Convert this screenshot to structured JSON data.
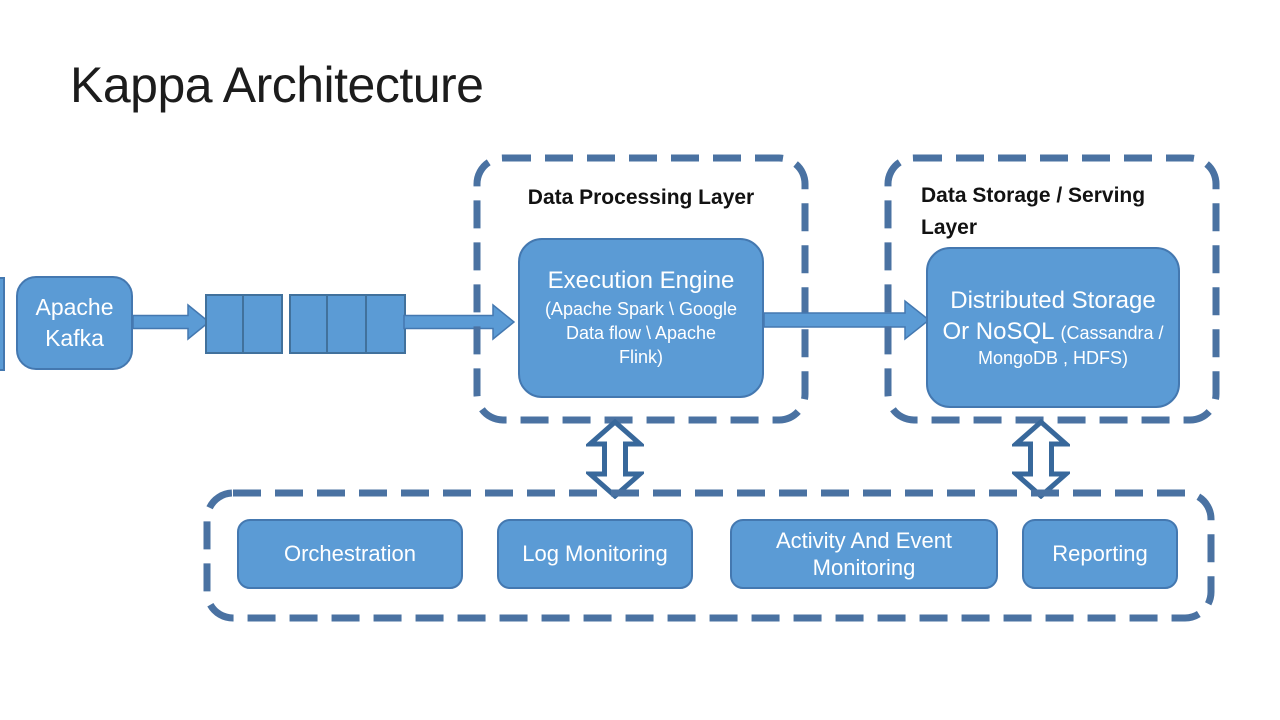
{
  "title": "Kappa Architecture",
  "colors": {
    "box_fill": "#5B9BD5",
    "box_stroke": "#4478B0",
    "cell_border": "#41719C",
    "dash": "#4A72A2",
    "outline": "#38689B",
    "title_text": "#1C1C1C",
    "label_text": "#121212",
    "box_text": "#FFFFFF"
  },
  "kafka": {
    "line1": "Apache",
    "line2": "Kafka"
  },
  "queue": {
    "cell_count": 5
  },
  "processing_layer": {
    "label": "Data Processing Layer",
    "engine_title": "Execution Engine",
    "engine_subtitle_lines": [
      "(Apache Spark \\ Google",
      "Data flow \\ Apache",
      "Flink)"
    ]
  },
  "storage_layer": {
    "label": "Data Storage / Serving Layer",
    "box_title": "Distributed Storage",
    "box_nosql": "Or NoSQL",
    "box_paren1": "(Cassandra /",
    "box_paren2": "MongoDB , HDFS)"
  },
  "management_layer": {
    "boxes": [
      "Orchestration",
      "Log Monitoring",
      "Activity And Event Monitoring",
      "Reporting"
    ]
  }
}
